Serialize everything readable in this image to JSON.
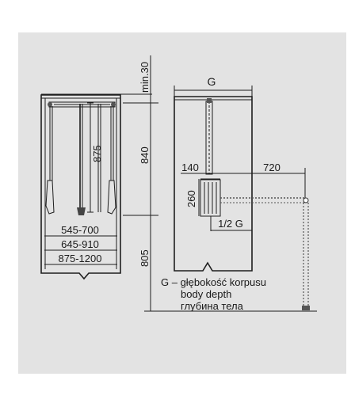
{
  "front_view": {
    "dim_min": "min.30",
    "dim_height_upper": "840",
    "dim_height_lower": "805",
    "dim_drop": "875",
    "width_ranges": [
      "545-700",
      "645-910",
      "875-1200"
    ]
  },
  "side_view": {
    "label_depth": "G",
    "dim_140": "140",
    "dim_720": "720",
    "dim_260": "260",
    "dim_half": "1/2 G"
  },
  "legend": {
    "line_pl": "G – głębokość korpusu",
    "line_en": "body depth",
    "line_ru": "глубина тела"
  }
}
